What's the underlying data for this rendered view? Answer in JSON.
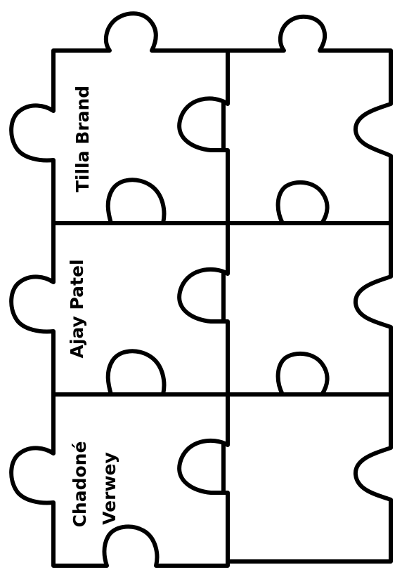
{
  "colors": {
    "background": "#ffffff",
    "outline": "#000000",
    "text": "#000000"
  },
  "pieces": {
    "tilla": {
      "name": "Tilla Brand"
    },
    "ajay": {
      "name": "Ajay Patel"
    },
    "chadone": {
      "line1": "Chadoné",
      "line2": "Verwey"
    }
  }
}
